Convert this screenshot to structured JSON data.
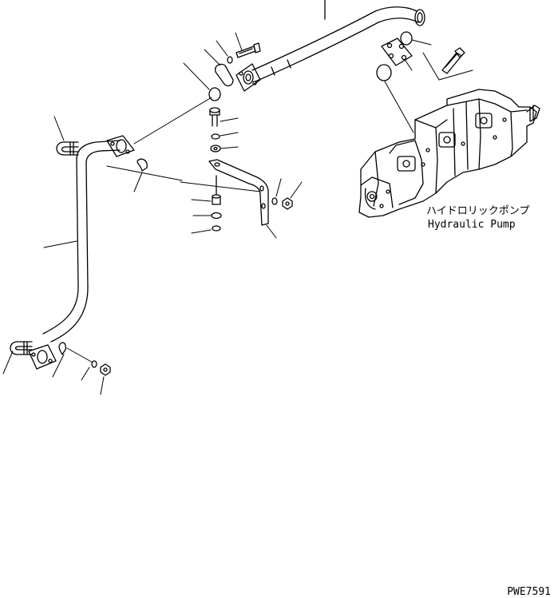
{
  "callouts": {
    "pump_label_jp": "ハイドロリックポンプ",
    "pump_label_en": "Hydraulic Pump"
  },
  "drawing_code": "PWE7591"
}
